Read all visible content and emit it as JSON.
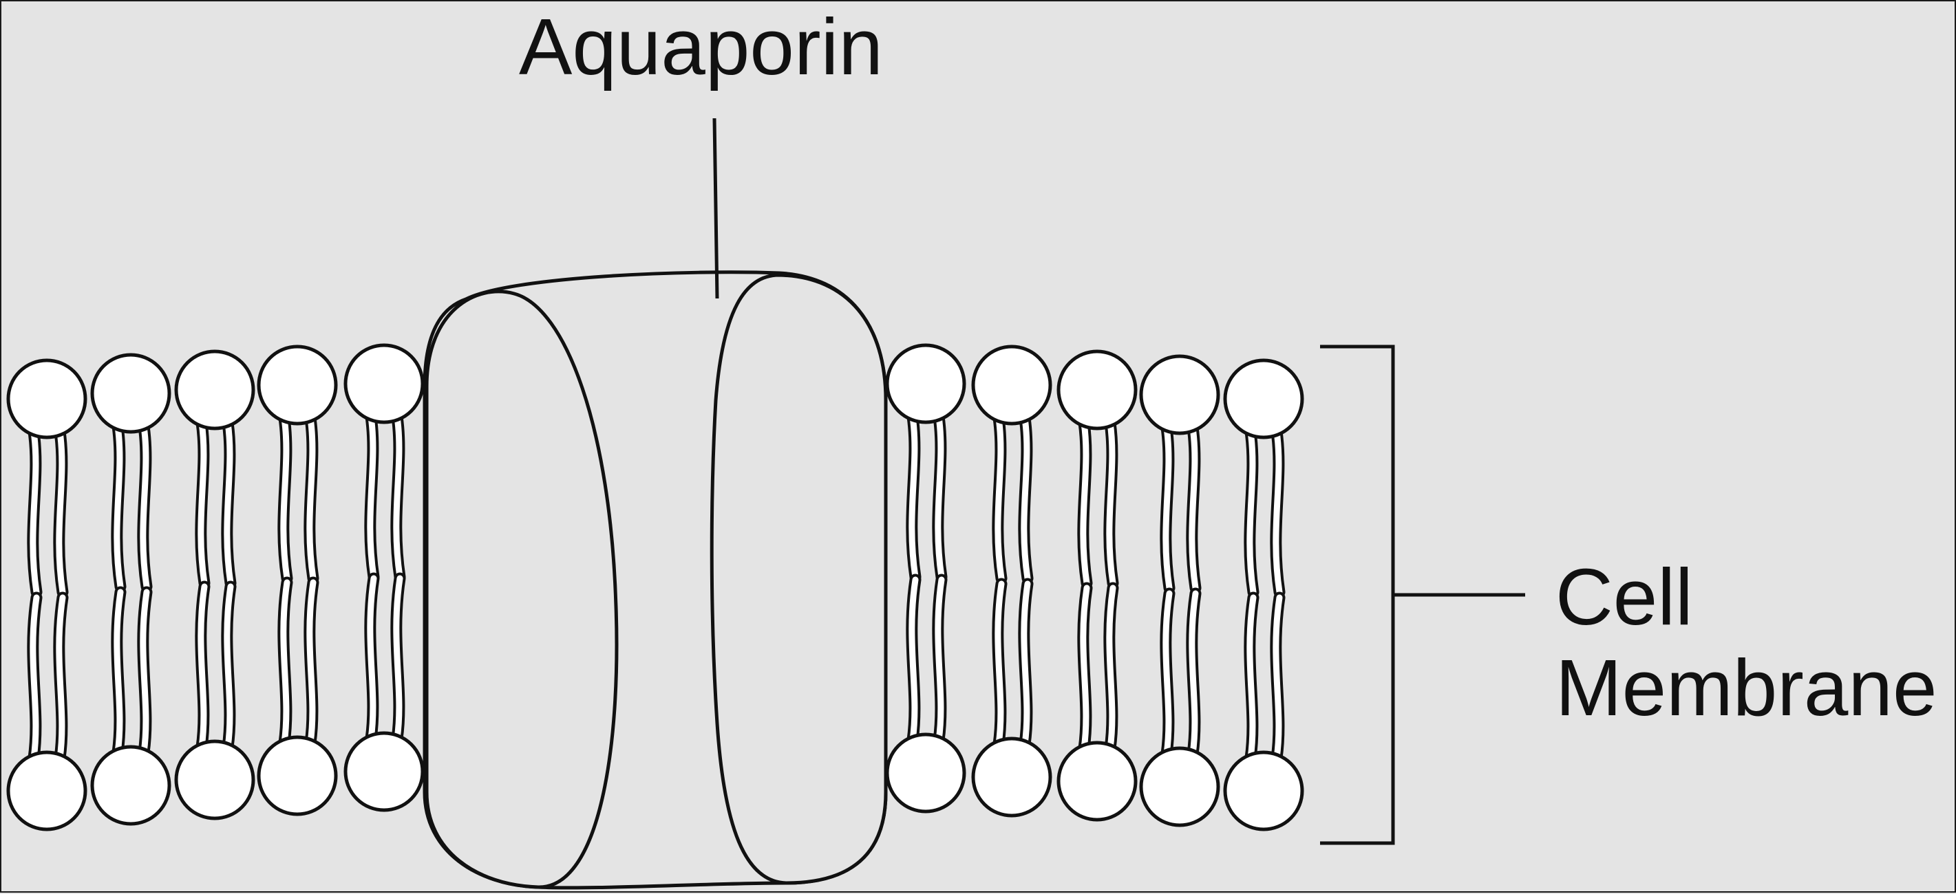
{
  "labels": {
    "protein": "Aquaporin",
    "membrane_line1": "Cell",
    "membrane_line2": "Membrane"
  },
  "colors": {
    "background": "#e4e4e4",
    "stroke": "#111111",
    "head_fill": "#ffffff"
  },
  "structure": {
    "phospholipids_left_per_layer": 5,
    "phospholipids_right_per_layer": 5,
    "layers": 2
  }
}
